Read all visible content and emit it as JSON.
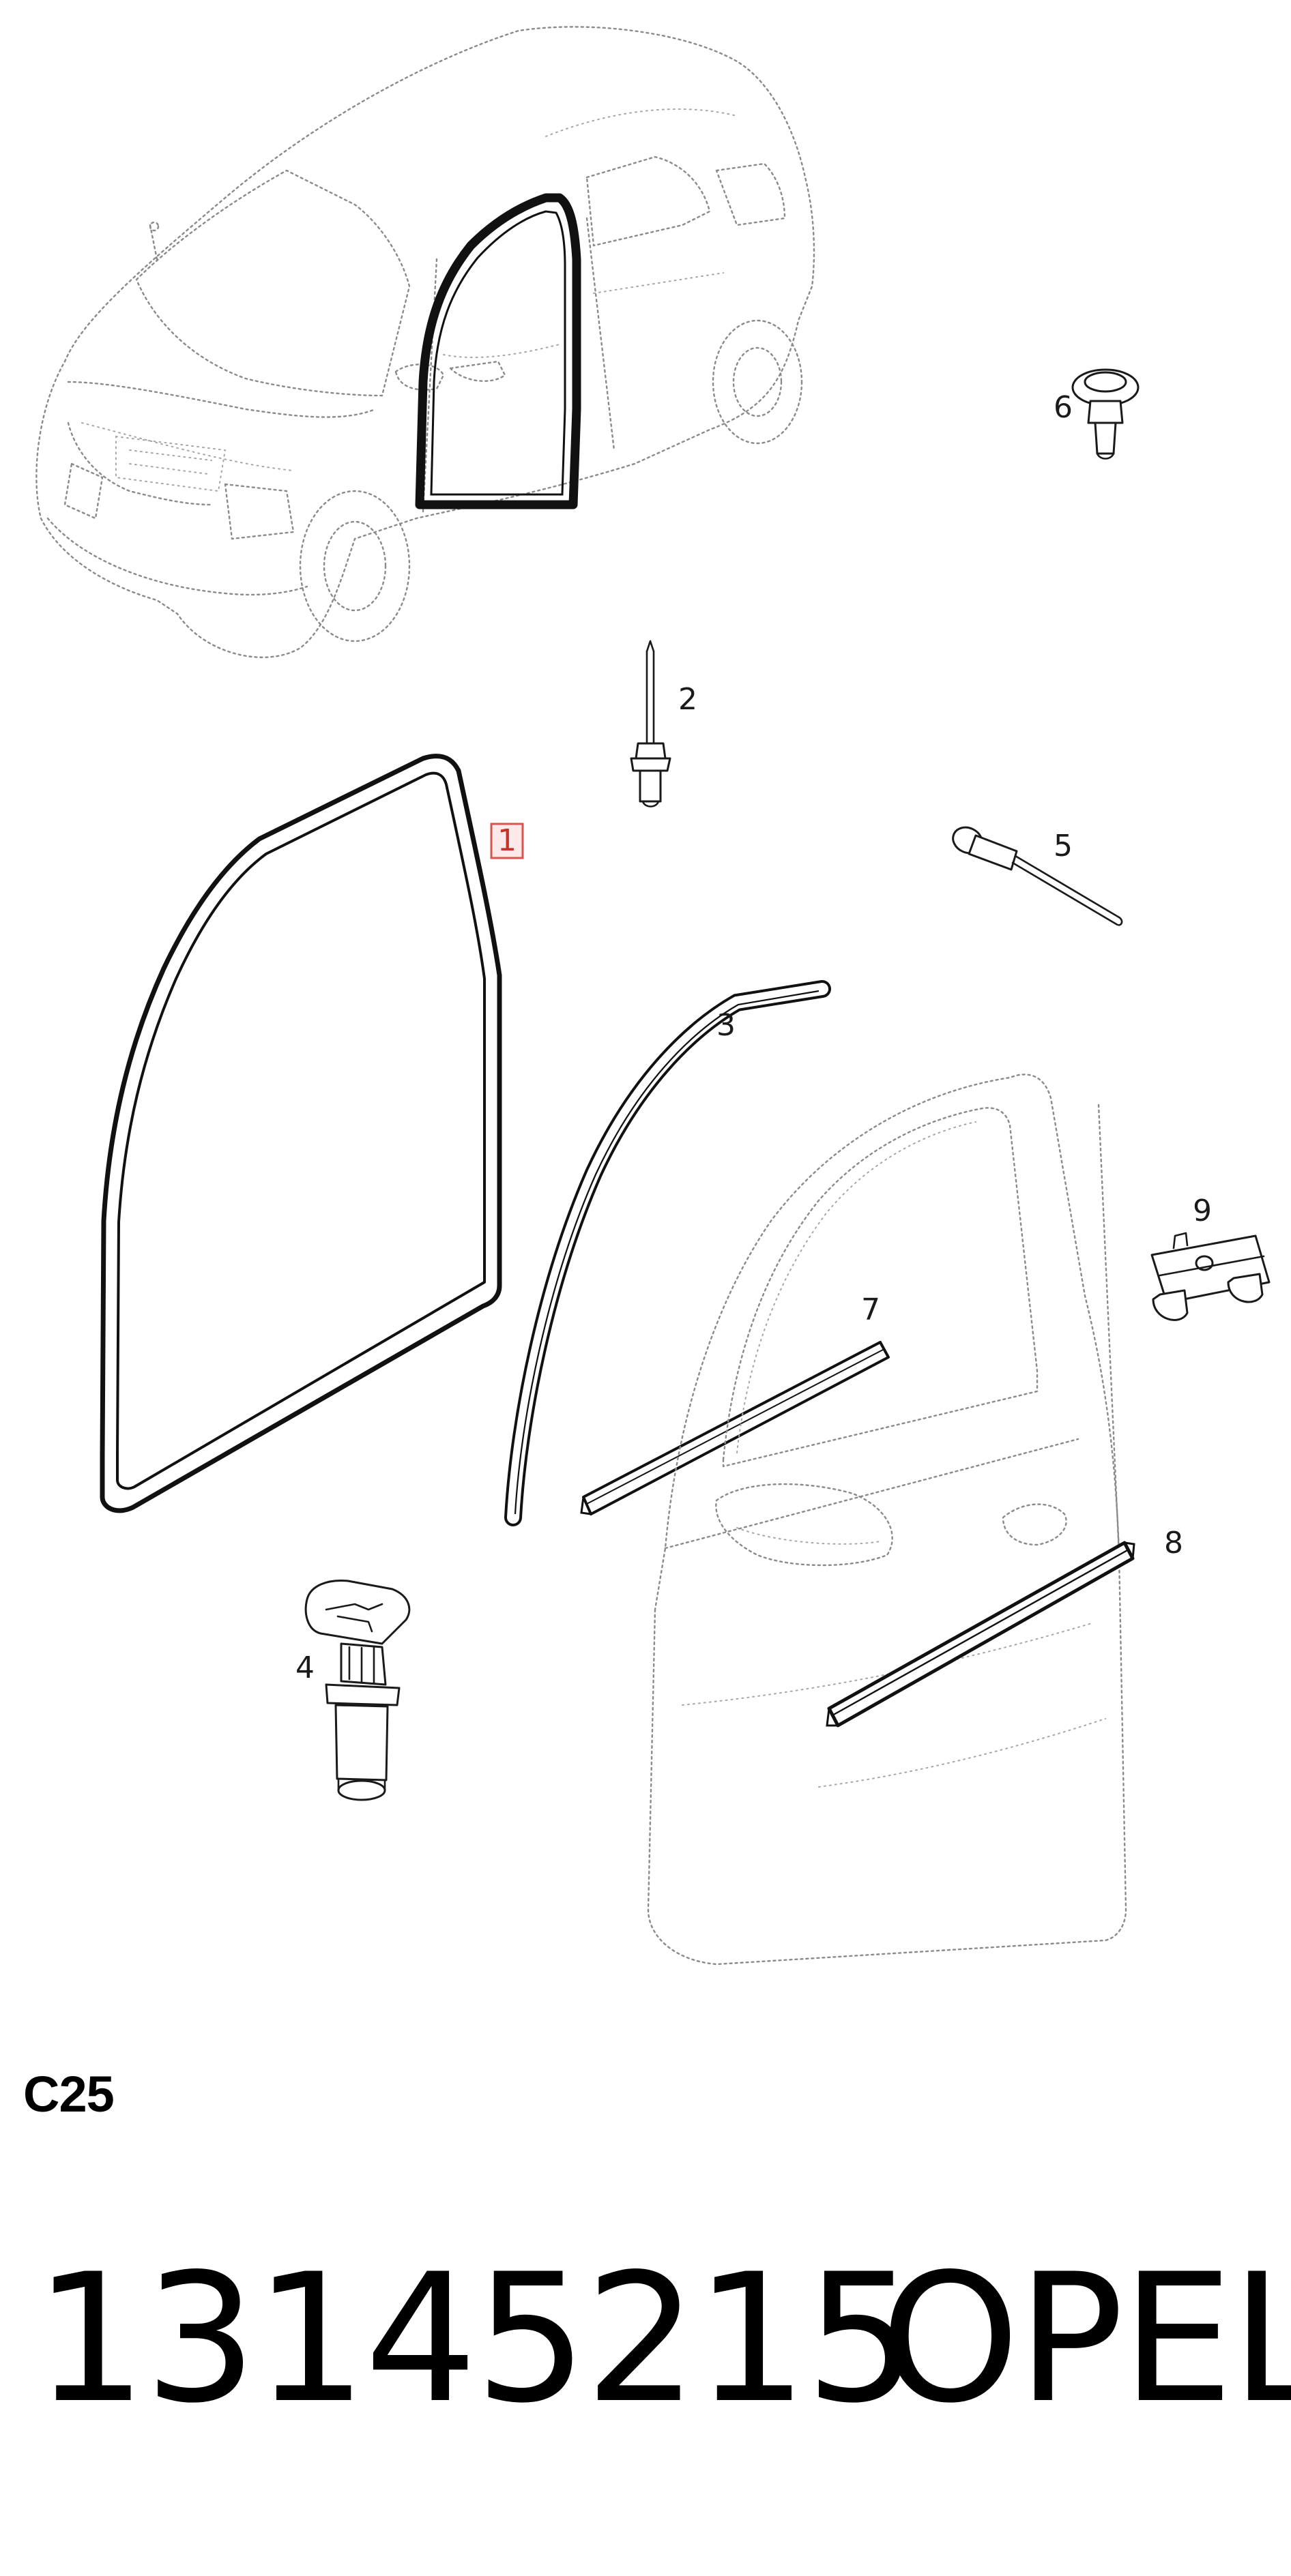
{
  "diagram": {
    "callouts": [
      {
        "id": "1",
        "label": "1",
        "highlighted": true
      },
      {
        "id": "2",
        "label": "2"
      },
      {
        "id": "3",
        "label": "3"
      },
      {
        "id": "4",
        "label": "4"
      },
      {
        "id": "5",
        "label": "5"
      },
      {
        "id": "6",
        "label": "6"
      },
      {
        "id": "7",
        "label": "7"
      },
      {
        "id": "8",
        "label": "8"
      },
      {
        "id": "9",
        "label": "9"
      }
    ],
    "highlight_color": "#d9534f",
    "section_code": "C25"
  },
  "footer": {
    "part_number": "13145215",
    "brand": "OPEL"
  }
}
